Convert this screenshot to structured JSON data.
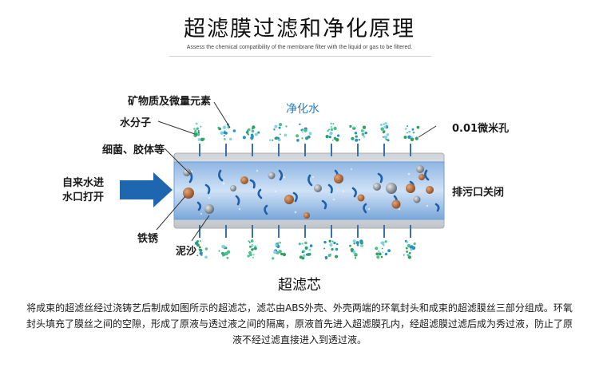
{
  "header": {
    "title": "超滤膜过滤和净化原理",
    "subtitle": "Assess the chemical compatibility of the membrane filter with the liquid or gas to be filtered."
  },
  "labels": {
    "minerals": "矿物质及微量元素",
    "water_molecule": "水分子",
    "bacteria_colloid": "细菌、胶体等",
    "inlet_line1": "自来水进",
    "inlet_line2": "水口打开",
    "rust": "铁锈",
    "sediment": "泥沙",
    "purified_water": "净化水",
    "micropore": "0.01微米孔",
    "drain_closed": "排污口关闭"
  },
  "section": {
    "heading": "超滤芯",
    "description": "将成束的超滤丝经过浇铸艺后制成如图所示的超滤芯，滤芯由ABS外壳、外壳两端的环氧封头和成束的超滤膜丝三部分组成。环氧封头填充了膜丝之间的空隙，形成了原液与透过液之间的隔离，原液首先进入超滤膜孔内，经超滤膜过滤后成为秀过液，防止了原液不经过滤直接进入到透过液。"
  },
  "colors": {
    "tube_blue": "#6e9fd6",
    "arrow_blue": "#1f66b0",
    "purified_label": "#2a80c8",
    "particle_brown": "#b06a3a",
    "particle_gray": "#7d8790",
    "droplet_green": "#3aa66a"
  },
  "icons": [
    "inlet-arrow-icon",
    "spray-droplet-icon"
  ]
}
